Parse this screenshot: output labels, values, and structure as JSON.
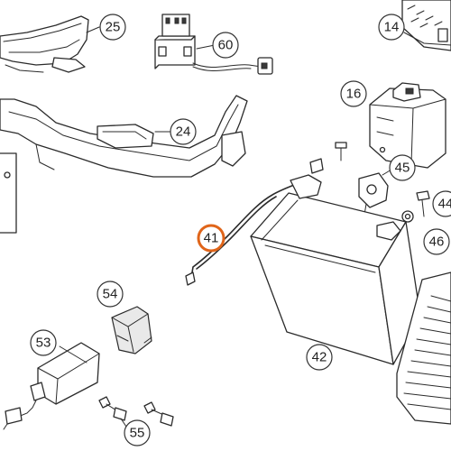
{
  "colors": {
    "line": "#2b2b2b",
    "highlight": "#e0651a",
    "background": "#ffffff"
  },
  "callouts": [
    {
      "id": "25",
      "label": "25"
    },
    {
      "id": "60",
      "label": "60"
    },
    {
      "id": "14",
      "label": "14"
    },
    {
      "id": "16",
      "label": "16"
    },
    {
      "id": "24",
      "label": "24"
    },
    {
      "id": "45",
      "label": "45"
    },
    {
      "id": "44",
      "label": "44"
    },
    {
      "id": "46",
      "label": "46"
    },
    {
      "id": "41",
      "label": "41",
      "highlighted": true
    },
    {
      "id": "54",
      "label": "54"
    },
    {
      "id": "42",
      "label": "42"
    },
    {
      "id": "53",
      "label": "53"
    },
    {
      "id": "55",
      "label": "55"
    }
  ]
}
